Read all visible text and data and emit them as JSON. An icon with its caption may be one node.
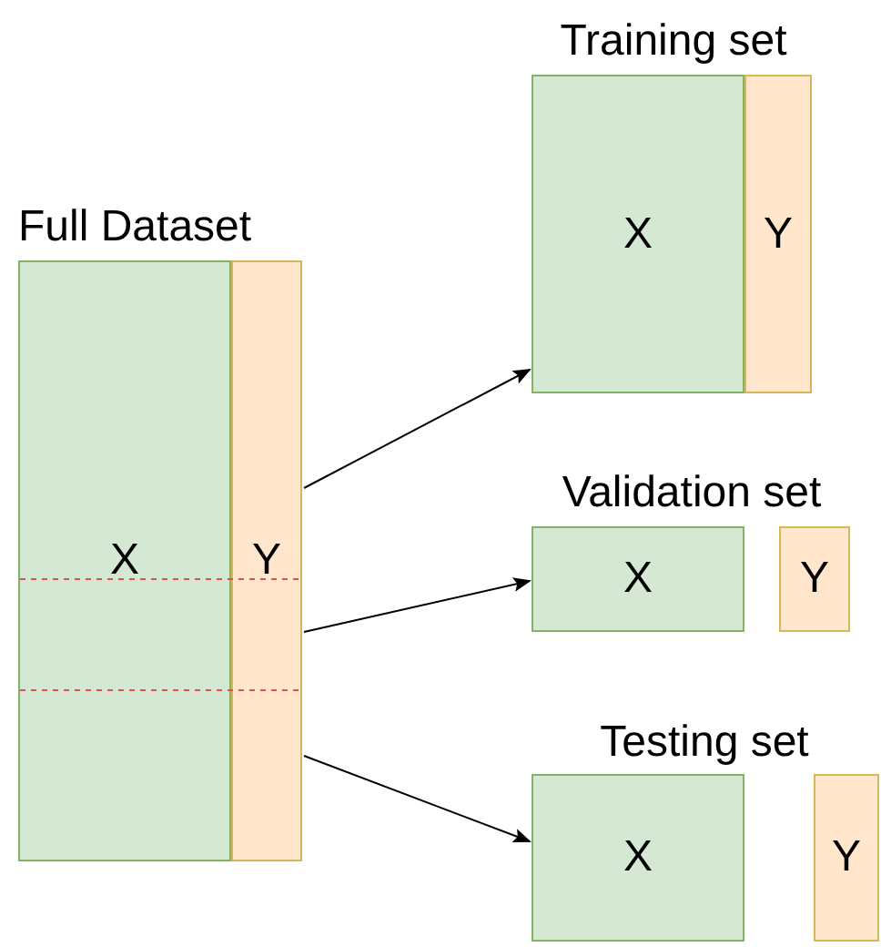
{
  "diagram": {
    "nodes": [
      {
        "text": [
          "X"
        ]
      },
      {
        "text": [
          "Y"
        ]
      },
      {
        "text": [
          "X"
        ]
      },
      {
        "text": [
          "Y"
        ]
      },
      {
        "text": [
          "X"
        ]
      },
      {
        "text": [
          "Y"
        ]
      },
      {
        "text": [
          "X"
        ]
      },
      {
        "text": [
          "Y"
        ]
      }
    ],
    "edges": [
      {
        "from": 1,
        "to": 2,
        "arrow": "to"
      },
      {
        "from": 1,
        "to": 4,
        "arrow": "to"
      },
      {
        "from": 1,
        "to": 6,
        "arrow": "to"
      }
    ],
    "labels": [
      "Training set",
      "Full Dataset",
      "Validation set",
      "Testing set"
    ]
  }
}
